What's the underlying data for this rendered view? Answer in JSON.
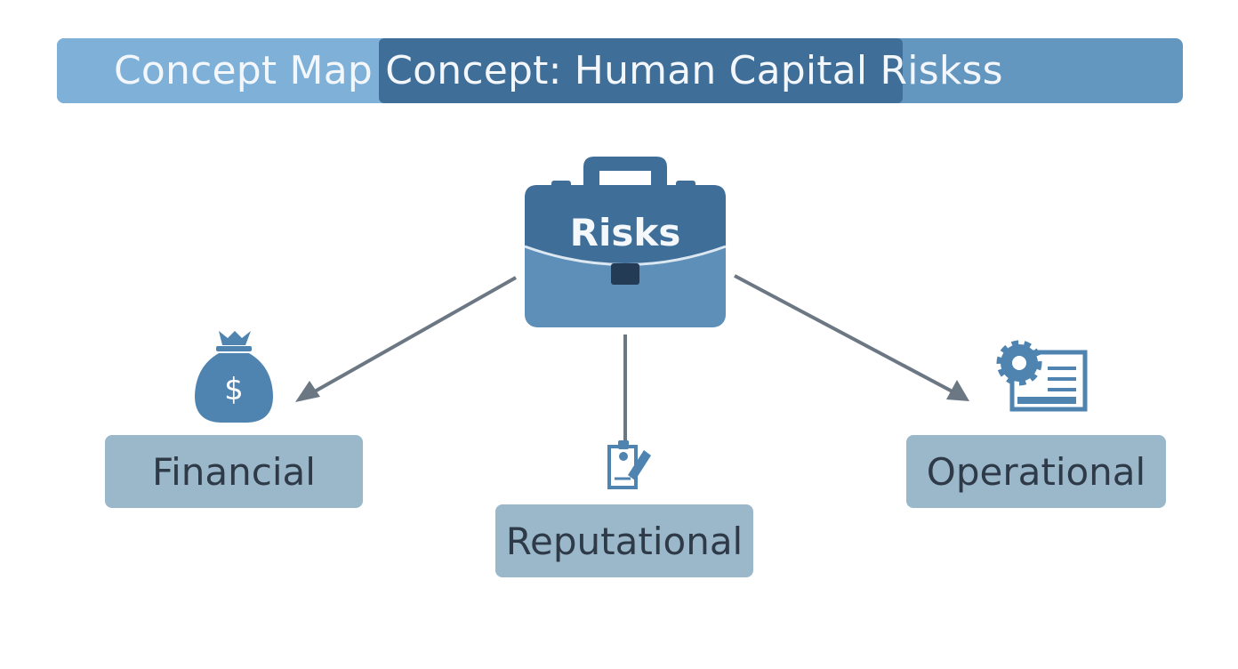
{
  "title": "Concept Map Concept: Human Capital Riskss",
  "central": {
    "label": "Risks",
    "icon": "briefcase-icon"
  },
  "branches": [
    {
      "label": "Financial",
      "icon": "money-bag-icon"
    },
    {
      "label": "Reputational",
      "icon": "document-pen-icon"
    },
    {
      "label": "Operational",
      "icon": "gear-document-icon"
    }
  ],
  "colors": {
    "title_bar": "#6497c0",
    "title_highlight": "#3f6e99",
    "briefcase_top": "#3f6e99",
    "briefcase_bottom": "#5e8fb8",
    "node_fill": "#9bb8cb",
    "arrow": "#6c7784",
    "icon": "#4f83b0"
  }
}
